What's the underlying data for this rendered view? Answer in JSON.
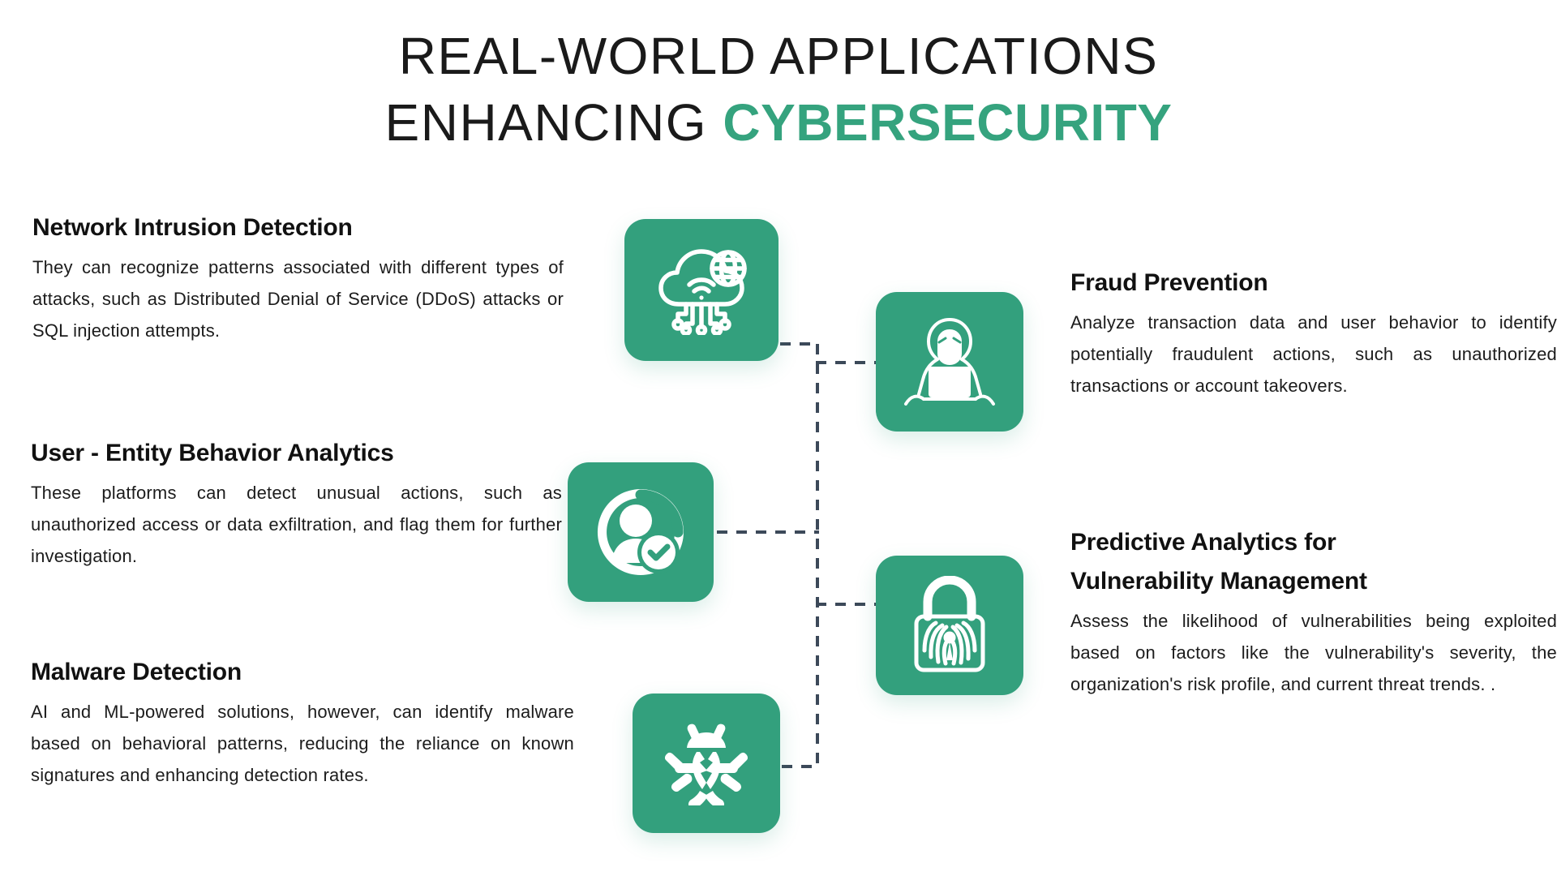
{
  "title": {
    "line1": "REAL-WORLD APPLICATIONS",
    "line2_plain": "ENHANCING ",
    "line2_accent": "CYBERSECURITY",
    "accent_color": "#35A37E"
  },
  "theme": {
    "tile_green": "#33A07D",
    "connector_color": "#3C4959",
    "text_color": "#1c1c1c",
    "heading_color": "#111111",
    "background": "#ffffff"
  },
  "left_column": [
    {
      "id": "network-intrusion-detection",
      "title": "Network Intrusion Detection",
      "body": "They can recognize patterns associated with different types of attacks, such as Distributed Denial of Service (DDoS) attacks or SQL injection attempts."
    },
    {
      "id": "user-entity-behavior-analytics",
      "title": "User - Entity Behavior Analytics",
      "body": "These platforms can detect unusual actions, such as unauthorized access or data exfiltration, and flag them for further investigation."
    },
    {
      "id": "malware-detection",
      "title": "Malware Detection",
      "body": "AI and ML-powered solutions, however, can identify malware based on behavioral patterns, reducing the reliance on known signatures and enhancing detection rates."
    }
  ],
  "right_column": [
    {
      "id": "fraud-prevention",
      "title": "Fraud Prevention",
      "body": "Analyze transaction data and user behavior to identify potentially fraudulent actions, such as unauthorized transactions or account takeovers."
    },
    {
      "id": "predictive-analytics",
      "title_line1": "Predictive Analytics for",
      "title_line2": "Vulnerability Management",
      "body": "Assess the likelihood of vulnerabilities being exploited based on factors like the vulnerability's severity, the organization's risk profile, and current threat trends. ."
    }
  ],
  "icons": [
    {
      "id": "cloud-network-icon",
      "label": "cloud-network-icon"
    },
    {
      "id": "user-verified-icon",
      "label": "user-verified-icon"
    },
    {
      "id": "bug-icon",
      "label": "bug-icon"
    },
    {
      "id": "hacker-laptop-icon",
      "label": "hacker-laptop-icon"
    },
    {
      "id": "fingerprint-lock-icon",
      "label": "fingerprint-lock-icon"
    }
  ]
}
